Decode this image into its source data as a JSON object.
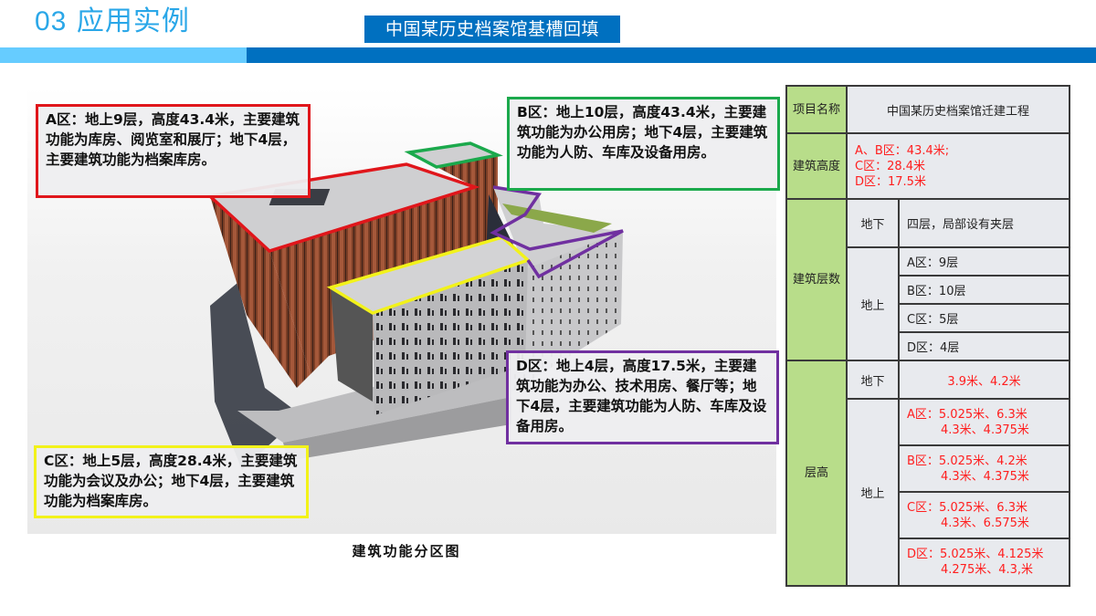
{
  "header": {
    "section_number": "03",
    "section_title": "应用实例",
    "project_tag": "中国某历史档案馆基槽回填",
    "colors": {
      "title": "#2AA7E8",
      "banner_light": "#66CCFF",
      "banner_dark": "#0070C0"
    }
  },
  "figure": {
    "caption": "建筑功能分区图",
    "zones": [
      {
        "id": "A",
        "border_color": "#E0161B",
        "text": "A区：地上9层，高度43.4米，主要建筑功能为库房、阅览室和展厅；地下4层，主要建筑功能为档案库房。"
      },
      {
        "id": "B",
        "border_color": "#1BA94C",
        "text": "B区：地上10层，高度43.4米，主要建筑功能为办公用房；地下4层，主要建筑功能为人防、车库及设备用房。"
      },
      {
        "id": "C",
        "border_color": "#F2F21A",
        "text": "C区：地上5层，高度28.4米，主要建筑功能为会议及办公；地下4层，主要建筑功能为档案库房。"
      },
      {
        "id": "D",
        "border_color": "#7030A0",
        "text": "D区：地上4层，高度17.5米，主要建筑功能为办公、技术用房、餐厅等；地下4层，主要建筑功能为人防、车库及设备用房。"
      }
    ]
  },
  "table": {
    "project_name": {
      "label": "项目名称",
      "value": "中国某历史档案馆迁建工程"
    },
    "building_height": {
      "label": "建筑高度",
      "lines": [
        "A、B区：43.4米;",
        "C区：28.4米",
        "D区：17.5米"
      ]
    },
    "floors": {
      "label": "建筑层数",
      "underground": {
        "label": "地下",
        "value": "四层，局部设有夹层"
      },
      "above": {
        "label": "地上",
        "rows": [
          "A区：9层",
          "B区：10层",
          "C区：5层",
          "D区：4层"
        ]
      }
    },
    "floor_height": {
      "label": "层高",
      "underground": {
        "label": "地下",
        "value": "3.9米、4.2米"
      },
      "above": {
        "label": "地上",
        "rows": [
          {
            "line1": "A区：5.025米、6.3米",
            "line2": "4.3米、4.375米"
          },
          {
            "line1": "B区：5.025米、4.2米",
            "line2": "4.3米、4.375米"
          },
          {
            "line1": "C区：5.025米、6.3米",
            "line2": "4.3米、6.575米"
          },
          {
            "line1": "D区：5.025米、4.125米",
            "line2": "4.275米、4.3,米"
          }
        ]
      }
    },
    "colors": {
      "label_bg": "#B8DD8A",
      "cell_bg": "#E8EAEE",
      "highlight_text": "#FF1E1E"
    }
  }
}
